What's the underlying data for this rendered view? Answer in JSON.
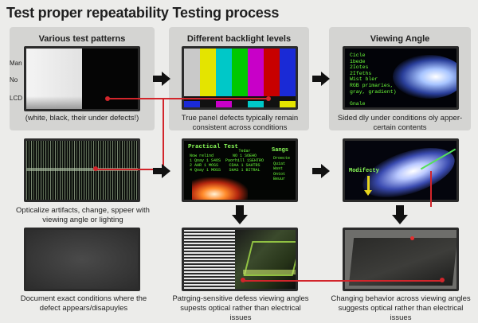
{
  "title": "Test proper repeatability Testing process",
  "columns": [
    {
      "heading": "Various test patterns"
    },
    {
      "heading": "Different backlight levels"
    },
    {
      "heading": "Viewing Angle"
    }
  ],
  "side_labels": [
    "Man",
    "No",
    "LCD"
  ],
  "captions": {
    "r1c1": "(white, black, their under defects!)",
    "r1c2_line1": "True panel defects typically remain",
    "r1c2_line2": "consistent across conditions",
    "r1c3_line1": "Sided dly under conditions oly apper-",
    "r1c3_line2": "certain contents",
    "r2c1_line1": "Opticalize artifacts, change, sppeer with",
    "r2c1_line2": "viewing angle or lighting",
    "r3c1_line1": "Document exact conditions where the",
    "r3c1_line2": "defect appears/disapuyles",
    "r3c2_line1": "Patrging-sensitive defess viewing angles",
    "r3c2_line2": "supests optical rather than electrical issues",
    "r3c3_line1": "Changing behavior across viewing angles",
    "r3c3_line2": "suggests optical rather than electrical issues"
  },
  "screen_text": {
    "angle_list": [
      "Cicle",
      "1bede",
      "2Iotes",
      "2Ifeths",
      "Wist bler",
      "RGB primaries,",
      "gray, gradient)",
      "",
      "Gnale"
    ],
    "practical_title": "Practical Test",
    "practical_lines": [
      "Now relind",
      "1 Qoay 1 S4OS",
      "2 AHR 1 MOSS",
      "4 Qoay 1 MOSS"
    ],
    "practical_mid": [
      "Tedar",
      "NO 1 SOEHO",
      "Paorhill 1SEHTRO",
      "CDAA 1 SAHTRS",
      "SHAS 1 BITRAL"
    ],
    "songs_title": "Sangs",
    "songs_lines": [
      "Droecte",
      "Quiat",
      "Wast",
      "Ontot",
      "Beuur"
    ],
    "modify_label": "Modifecty"
  },
  "colors": {
    "accent_red": "#d2252b",
    "panel_bg": "#d4d4d2",
    "green_text": "#6cff3a",
    "bars": [
      "#c9c9c9",
      "#e4e400",
      "#00c8c8",
      "#00c800",
      "#c800c8",
      "#c80000",
      "#1a2ad6"
    ]
  }
}
